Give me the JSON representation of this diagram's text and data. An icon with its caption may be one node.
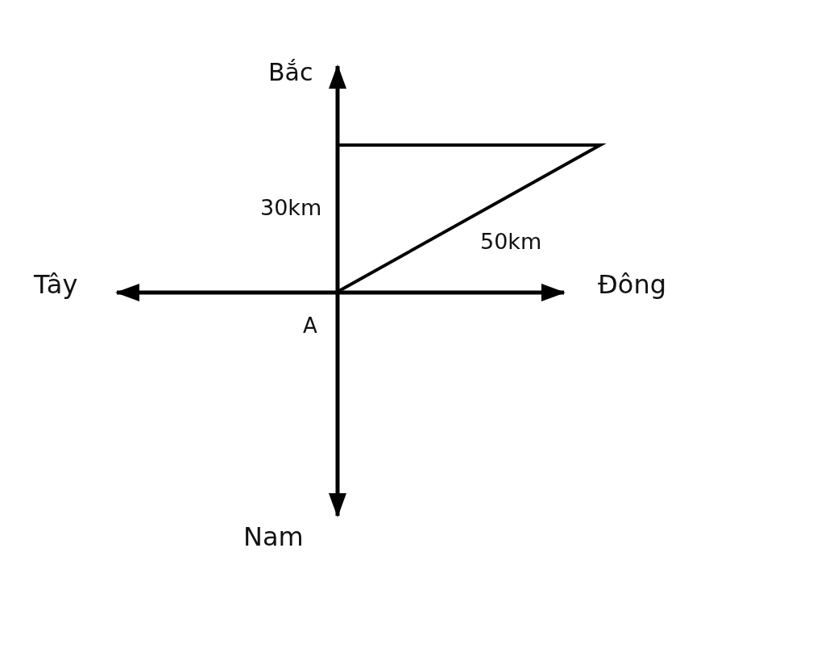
{
  "diagram": {
    "labels": [
      "Bắc",
      "30km",
      "50km",
      "Tây",
      "Đông",
      "A",
      "Nam"
    ]
  }
}
